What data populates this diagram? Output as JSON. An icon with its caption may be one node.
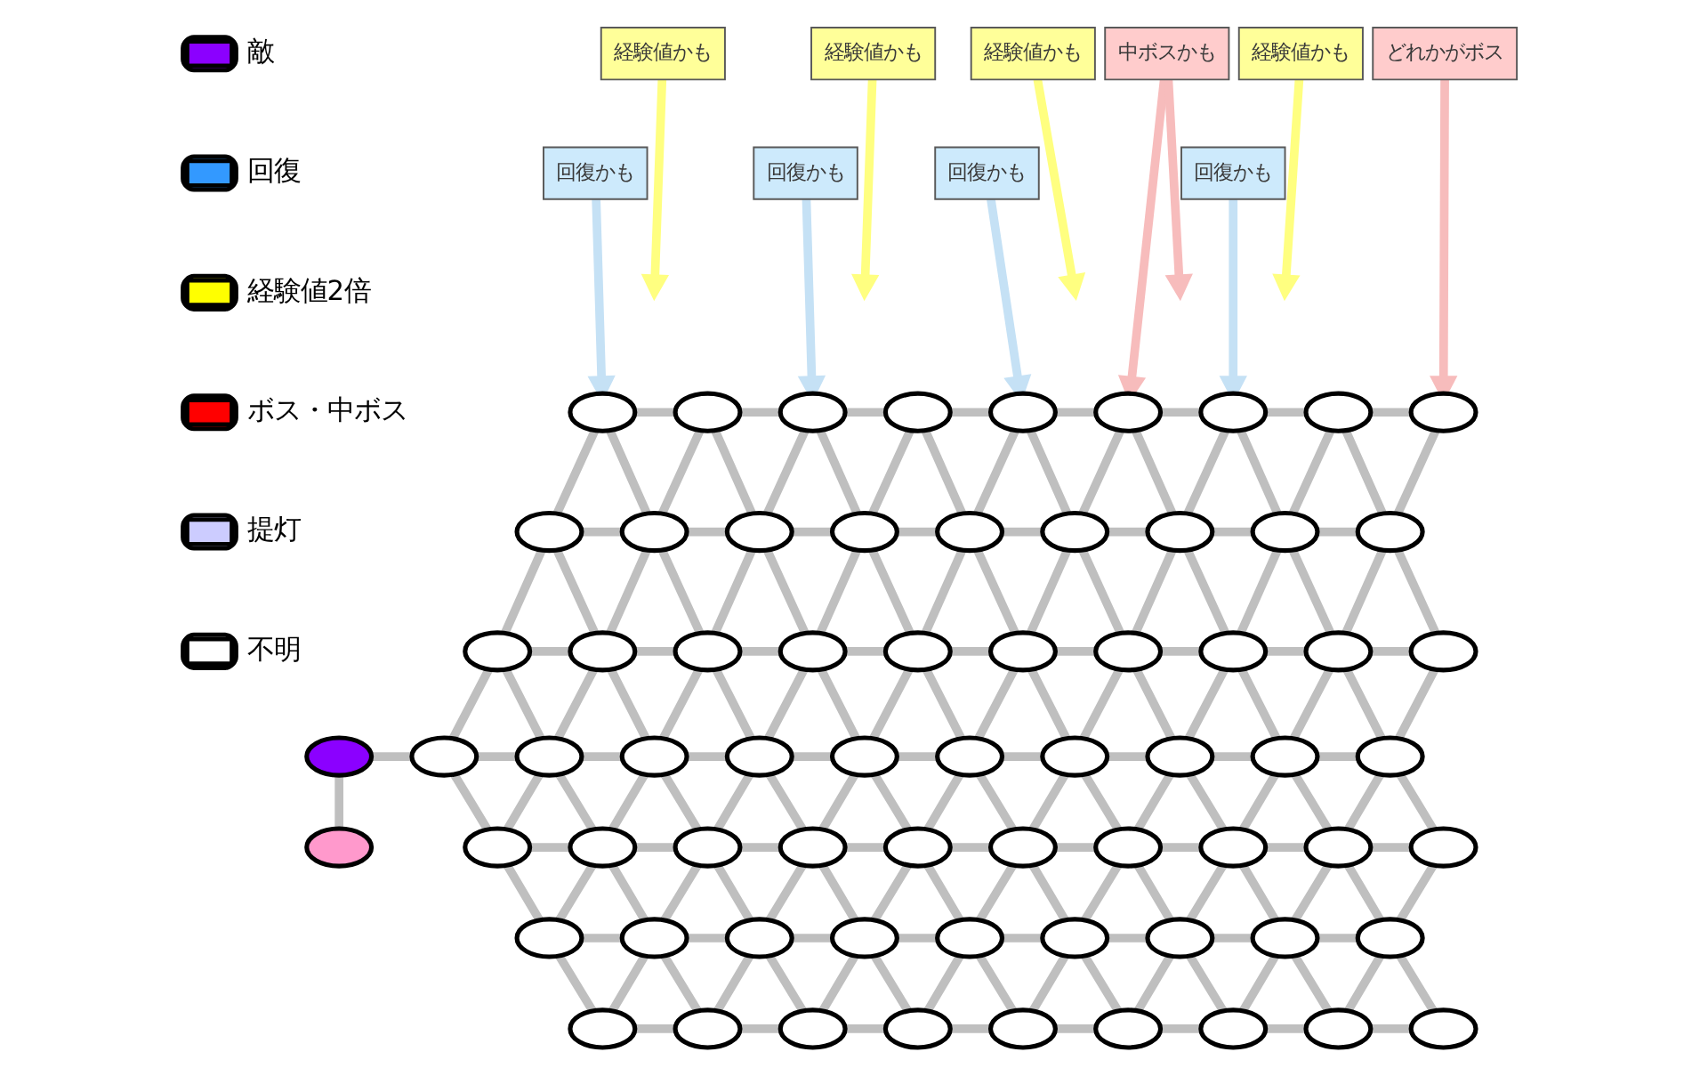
{
  "diagram": {
    "nodes": [
      {
        "text": [
          "経験値かも"
        ]
      },
      {
        "text": [
          "経験値かも"
        ]
      },
      {
        "text": [
          "経験値かも"
        ]
      },
      {
        "text": [
          "中ボスかも"
        ]
      },
      {
        "text": [
          "経験値かも"
        ]
      },
      {
        "text": [
          "どれかがボス"
        ]
      },
      {
        "text": [
          "回復かも"
        ]
      },
      {
        "text": [
          "回復かも"
        ]
      },
      {
        "text": [
          "回復かも"
        ]
      },
      {
        "text": [
          "回復かも"
        ]
      },
      {
        "text": [],
        "shape": "ellipse"
      },
      {
        "text": [],
        "shape": "ellipse"
      },
      {
        "text": [],
        "shape": "ellipse"
      },
      {
        "text": [],
        "shape": "ellipse"
      },
      {
        "text": [],
        "shape": "ellipse"
      },
      {
        "text": [],
        "shape": "ellipse"
      },
      {
        "text": [],
        "shape": "ellipse"
      },
      {
        "text": [],
        "shape": "ellipse"
      },
      {
        "text": [],
        "shape": "ellipse"
      },
      {
        "text": [],
        "shape": "ellipse"
      },
      {
        "text": [],
        "shape": "ellipse"
      },
      {
        "text": [],
        "shape": "ellipse"
      },
      {
        "text": [],
        "shape": "ellipse"
      },
      {
        "text": [],
        "shape": "ellipse"
      },
      {
        "text": [],
        "shape": "ellipse"
      },
      {
        "text": [],
        "shape": "ellipse"
      },
      {
        "text": [],
        "shape": "ellipse"
      },
      {
        "text": [],
        "shape": "ellipse"
      },
      {
        "text": [],
        "shape": "ellipse"
      },
      {
        "text": [],
        "shape": "ellipse"
      },
      {
        "text": [],
        "shape": "ellipse"
      },
      {
        "text": [],
        "shape": "ellipse"
      },
      {
        "text": [],
        "shape": "ellipse"
      },
      {
        "text": [],
        "shape": "ellipse"
      },
      {
        "text": [],
        "shape": "ellipse"
      },
      {
        "text": [],
        "shape": "ellipse"
      },
      {
        "text": [],
        "shape": "ellipse"
      },
      {
        "text": [],
        "shape": "ellipse"
      },
      {
        "text": [],
        "shape": "ellipse"
      },
      {
        "text": [],
        "shape": "ellipse"
      },
      {
        "text": [],
        "shape": "ellipse"
      },
      {
        "text": [],
        "shape": "ellipse"
      },
      {
        "text": [],
        "shape": "ellipse"
      },
      {
        "text": [],
        "shape": "ellipse"
      },
      {
        "text": [],
        "shape": "ellipse"
      },
      {
        "text": [],
        "shape": "ellipse"
      },
      {
        "text": [],
        "shape": "ellipse"
      },
      {
        "text": [],
        "shape": "ellipse"
      },
      {
        "text": [],
        "shape": "ellipse"
      },
      {
        "text": [],
        "shape": "ellipse"
      },
      {
        "text": [],
        "shape": "ellipse"
      },
      {
        "text": [],
        "shape": "ellipse"
      },
      {
        "text": [],
        "shape": "ellipse"
      },
      {
        "text": [],
        "shape": "ellipse"
      },
      {
        "text": [],
        "shape": "ellipse"
      },
      {
        "text": [],
        "shape": "ellipse"
      },
      {
        "text": [],
        "shape": "ellipse"
      },
      {
        "text": [],
        "shape": "ellipse"
      },
      {
        "text": [],
        "shape": "ellipse"
      },
      {
        "text": [],
        "shape": "ellipse"
      },
      {
        "text": [],
        "shape": "ellipse"
      },
      {
        "text": [],
        "shape": "ellipse"
      },
      {
        "text": [],
        "shape": "ellipse"
      },
      {
        "text": [],
        "shape": "ellipse"
      },
      {
        "text": [],
        "shape": "ellipse"
      },
      {
        "text": [],
        "shape": "ellipse"
      },
      {
        "text": [],
        "shape": "ellipse"
      },
      {
        "text": [],
        "shape": "ellipse"
      },
      {
        "text": [],
        "shape": "ellipse"
      },
      {
        "text": [],
        "shape": "ellipse"
      },
      {
        "text": [],
        "shape": "ellipse"
      },
      {
        "text": [],
        "shape": "ellipse"
      },
      {
        "text": [],
        "shape": "ellipse"
      },
      {
        "text": [],
        "shape": "ellipse"
      },
      {
        "text": [],
        "shape": "ellipse"
      },
      {
        "text": [],
        "shape": "ellipse"
      },
      {
        "text": [],
        "shape": "ellipse"
      },
      {
        "text": [],
        "shape": "ellipse"
      }
    ],
    "edges": [
      {
        "from": 10,
        "to": 11,
        "arrow": "none"
      },
      {
        "from": 11,
        "to": 12,
        "arrow": "none"
      },
      {
        "from": 12,
        "to": 13,
        "arrow": "none"
      },
      {
        "from": 13,
        "to": 14,
        "arrow": "none"
      },
      {
        "from": 14,
        "to": 15,
        "arrow": "none"
      },
      {
        "from": 15,
        "to": 16,
        "arrow": "none"
      },
      {
        "from": 16,
        "to": 17,
        "arrow": "none"
      },
      {
        "from": 17,
        "to": 18,
        "arrow": "none"
      },
      {
        "from": 10,
        "to": 19,
        "arrow": "none"
      },
      {
        "from": 10,
        "to": 20,
        "arrow": "none"
      },
      {
        "from": 11,
        "to": 20,
        "arrow": "none"
      },
      {
        "from": 11,
        "to": 21,
        "arrow": "none"
      },
      {
        "from": 12,
        "to": 21,
        "arrow": "none"
      },
      {
        "from": 12,
        "to": 22,
        "arrow": "none"
      },
      {
        "from": 13,
        "to": 22,
        "arrow": "none"
      },
      {
        "from": 13,
        "to": 23,
        "arrow": "none"
      },
      {
        "from": 14,
        "to": 23,
        "arrow": "none"
      },
      {
        "from": 14,
        "to": 24,
        "arrow": "none"
      },
      {
        "from": 15,
        "to": 24,
        "arrow": "none"
      },
      {
        "from": 15,
        "to": 25,
        "arrow": "none"
      },
      {
        "from": 16,
        "to": 25,
        "arrow": "none"
      },
      {
        "from": 16,
        "to": 26,
        "arrow": "none"
      },
      {
        "from": 17,
        "to": 26,
        "arrow": "none"
      },
      {
        "from": 17,
        "to": 27,
        "arrow": "none"
      },
      {
        "from": 18,
        "to": 27,
        "arrow": "none"
      },
      {
        "from": 19,
        "to": 20,
        "arrow": "none"
      },
      {
        "from": 20,
        "to": 21,
        "arrow": "none"
      },
      {
        "from": 21,
        "to": 22,
        "arrow": "none"
      },
      {
        "from": 22,
        "to": 23,
        "arrow": "none"
      },
      {
        "from": 23,
        "to": 24,
        "arrow": "none"
      },
      {
        "from": 24,
        "to": 25,
        "arrow": "none"
      },
      {
        "from": 25,
        "to": 26,
        "arrow": "none"
      },
      {
        "from": 26,
        "to": 27,
        "arrow": "none"
      },
      {
        "from": 19,
        "to": 28,
        "arrow": "none"
      },
      {
        "from": 19,
        "to": 29,
        "arrow": "none"
      },
      {
        "from": 20,
        "to": 29,
        "arrow": "none"
      },
      {
        "from": 20,
        "to": 30,
        "arrow": "none"
      },
      {
        "from": 21,
        "to": 30,
        "arrow": "none"
      },
      {
        "from": 21,
        "to": 31,
        "arrow": "none"
      },
      {
        "from": 22,
        "to": 31,
        "arrow": "none"
      },
      {
        "from": 22,
        "to": 32,
        "arrow": "none"
      },
      {
        "from": 23,
        "to": 32,
        "arrow": "none"
      },
      {
        "from": 23,
        "to": 33,
        "arrow": "none"
      },
      {
        "from": 24,
        "to": 33,
        "arrow": "none"
      },
      {
        "from": 24,
        "to": 34,
        "arrow": "none"
      },
      {
        "from": 25,
        "to": 34,
        "arrow": "none"
      },
      {
        "from": 25,
        "to": 35,
        "arrow": "none"
      },
      {
        "from": 26,
        "to": 35,
        "arrow": "none"
      },
      {
        "from": 26,
        "to": 36,
        "arrow": "none"
      },
      {
        "from": 27,
        "to": 36,
        "arrow": "none"
      },
      {
        "from": 27,
        "to": 37,
        "arrow": "none"
      },
      {
        "from": 28,
        "to": 29,
        "arrow": "none"
      },
      {
        "from": 29,
        "to": 30,
        "arrow": "none"
      },
      {
        "from": 30,
        "to": 31,
        "arrow": "none"
      },
      {
        "from": 31,
        "to": 32,
        "arrow": "none"
      },
      {
        "from": 32,
        "to": 33,
        "arrow": "none"
      },
      {
        "from": 33,
        "to": 34,
        "arrow": "none"
      },
      {
        "from": 34,
        "to": 35,
        "arrow": "none"
      },
      {
        "from": 35,
        "to": 36,
        "arrow": "none"
      },
      {
        "from": 36,
        "to": 37,
        "arrow": "none"
      },
      {
        "from": 28,
        "to": 39,
        "arrow": "none"
      },
      {
        "from": 28,
        "to": 40,
        "arrow": "none"
      },
      {
        "from": 29,
        "to": 40,
        "arrow": "none"
      },
      {
        "from": 29,
        "to": 41,
        "arrow": "none"
      },
      {
        "from": 30,
        "to": 41,
        "arrow": "none"
      },
      {
        "from": 30,
        "to": 42,
        "arrow": "none"
      },
      {
        "from": 31,
        "to": 42,
        "arrow": "none"
      },
      {
        "from": 31,
        "to": 43,
        "arrow": "none"
      },
      {
        "from": 32,
        "to": 43,
        "arrow": "none"
      },
      {
        "from": 32,
        "to": 44,
        "arrow": "none"
      },
      {
        "from": 33,
        "to": 44,
        "arrow": "none"
      },
      {
        "from": 33,
        "to": 45,
        "arrow": "none"
      },
      {
        "from": 34,
        "to": 45,
        "arrow": "none"
      },
      {
        "from": 34,
        "to": 46,
        "arrow": "none"
      },
      {
        "from": 35,
        "to": 46,
        "arrow": "none"
      },
      {
        "from": 35,
        "to": 47,
        "arrow": "none"
      },
      {
        "from": 36,
        "to": 47,
        "arrow": "none"
      },
      {
        "from": 36,
        "to": 48,
        "arrow": "none"
      },
      {
        "from": 37,
        "to": 48,
        "arrow": "none"
      },
      {
        "from": 38,
        "to": 39,
        "arrow": "none"
      },
      {
        "from": 39,
        "to": 40,
        "arrow": "none"
      },
      {
        "from": 40,
        "to": 41,
        "arrow": "none"
      },
      {
        "from": 41,
        "to": 42,
        "arrow": "none"
      },
      {
        "from": 42,
        "to": 43,
        "arrow": "none"
      },
      {
        "from": 43,
        "to": 44,
        "arrow": "none"
      },
      {
        "from": 44,
        "to": 45,
        "arrow": "none"
      },
      {
        "from": 45,
        "to": 46,
        "arrow": "none"
      },
      {
        "from": 46,
        "to": 47,
        "arrow": "none"
      },
      {
        "from": 47,
        "to": 48,
        "arrow": "none"
      },
      {
        "from": 38,
        "to": 49,
        "arrow": "none"
      },
      {
        "from": 39,
        "to": 50,
        "arrow": "none"
      },
      {
        "from": 40,
        "to": 50,
        "arrow": "none"
      },
      {
        "from": 40,
        "to": 51,
        "arrow": "none"
      },
      {
        "from": 41,
        "to": 51,
        "arrow": "none"
      },
      {
        "from": 41,
        "to": 52,
        "arrow": "none"
      },
      {
        "from": 42,
        "to": 52,
        "arrow": "none"
      },
      {
        "from": 42,
        "to": 53,
        "arrow": "none"
      },
      {
        "from": 43,
        "to": 53,
        "arrow": "none"
      },
      {
        "from": 43,
        "to": 54,
        "arrow": "none"
      },
      {
        "from": 44,
        "to": 54,
        "arrow": "none"
      },
      {
        "from": 44,
        "to": 55,
        "arrow": "none"
      },
      {
        "from": 45,
        "to": 55,
        "arrow": "none"
      },
      {
        "from": 45,
        "to": 56,
        "arrow": "none"
      },
      {
        "from": 46,
        "to": 56,
        "arrow": "none"
      },
      {
        "from": 46,
        "to": 57,
        "arrow": "none"
      },
      {
        "from": 47,
        "to": 57,
        "arrow": "none"
      },
      {
        "from": 47,
        "to": 58,
        "arrow": "none"
      },
      {
        "from": 48,
        "to": 58,
        "arrow": "none"
      },
      {
        "from": 48,
        "to": 59,
        "arrow": "none"
      },
      {
        "from": 50,
        "to": 51,
        "arrow": "none"
      },
      {
        "from": 51,
        "to": 52,
        "arrow": "none"
      },
      {
        "from": 52,
        "to": 53,
        "arrow": "none"
      },
      {
        "from": 53,
        "to": 54,
        "arrow": "none"
      },
      {
        "from": 54,
        "to": 55,
        "arrow": "none"
      },
      {
        "from": 55,
        "to": 56,
        "arrow": "none"
      },
      {
        "from": 56,
        "to": 57,
        "arrow": "none"
      },
      {
        "from": 57,
        "to": 58,
        "arrow": "none"
      },
      {
        "from": 58,
        "to": 59,
        "arrow": "none"
      },
      {
        "from": 50,
        "to": 60,
        "arrow": "none"
      },
      {
        "from": 51,
        "to": 60,
        "arrow": "none"
      },
      {
        "from": 51,
        "to": 61,
        "arrow": "none"
      },
      {
        "from": 52,
        "to": 61,
        "arrow": "none"
      },
      {
        "from": 52,
        "to": 62,
        "arrow": "none"
      },
      {
        "from": 53,
        "to": 62,
        "arrow": "none"
      },
      {
        "from": 53,
        "to": 63,
        "arrow": "none"
      },
      {
        "from": 54,
        "to": 63,
        "arrow": "none"
      },
      {
        "from": 54,
        "to": 64,
        "arrow": "none"
      },
      {
        "from": 55,
        "to": 64,
        "arrow": "none"
      },
      {
        "from": 55,
        "to": 65,
        "arrow": "none"
      },
      {
        "from": 56,
        "to": 65,
        "arrow": "none"
      },
      {
        "from": 56,
        "to": 66,
        "arrow": "none"
      },
      {
        "from": 57,
        "to": 66,
        "arrow": "none"
      },
      {
        "from": 57,
        "to": 67,
        "arrow": "none"
      },
      {
        "from": 58,
        "to": 67,
        "arrow": "none"
      },
      {
        "from": 58,
        "to": 68,
        "arrow": "none"
      },
      {
        "from": 59,
        "to": 68,
        "arrow": "none"
      },
      {
        "from": 60,
        "to": 61,
        "arrow": "none"
      },
      {
        "from": 61,
        "to": 62,
        "arrow": "none"
      },
      {
        "from": 62,
        "to": 63,
        "arrow": "none"
      },
      {
        "from": 63,
        "to": 64,
        "arrow": "none"
      },
      {
        "from": 64,
        "to": 65,
        "arrow": "none"
      },
      {
        "from": 65,
        "to": 66,
        "arrow": "none"
      },
      {
        "from": 66,
        "to": 67,
        "arrow": "none"
      },
      {
        "from": 67,
        "to": 68,
        "arrow": "none"
      },
      {
        "from": 60,
        "to": 69,
        "arrow": "none"
      },
      {
        "from": 61,
        "to": 69,
        "arrow": "none"
      },
      {
        "from": 61,
        "to": 70,
        "arrow": "none"
      },
      {
        "from": 62,
        "to": 70,
        "arrow": "none"
      },
      {
        "from": 62,
        "to": 71,
        "arrow": "none"
      },
      {
        "from": 63,
        "to": 71,
        "arrow": "none"
      },
      {
        "from": 63,
        "to": 72,
        "arrow": "none"
      },
      {
        "from": 64,
        "to": 72,
        "arrow": "none"
      },
      {
        "from": 64,
        "to": 73,
        "arrow": "none"
      },
      {
        "from": 65,
        "to": 73,
        "arrow": "none"
      },
      {
        "from": 65,
        "to": 74,
        "arrow": "none"
      },
      {
        "from": 66,
        "to": 74,
        "arrow": "none"
      },
      {
        "from": 66,
        "to": 75,
        "arrow": "none"
      },
      {
        "from": 67,
        "to": 75,
        "arrow": "none"
      },
      {
        "from": 67,
        "to": 76,
        "arrow": "none"
      },
      {
        "from": 68,
        "to": 76,
        "arrow": "none"
      },
      {
        "from": 68,
        "to": 77,
        "arrow": "none"
      },
      {
        "from": 69,
        "to": 70,
        "arrow": "none"
      },
      {
        "from": 70,
        "to": 71,
        "arrow": "none"
      },
      {
        "from": 71,
        "to": 72,
        "arrow": "none"
      },
      {
        "from": 72,
        "to": 73,
        "arrow": "none"
      },
      {
        "from": 73,
        "to": 74,
        "arrow": "none"
      },
      {
        "from": 74,
        "to": 75,
        "arrow": "none"
      },
      {
        "from": 75,
        "to": 76,
        "arrow": "none"
      },
      {
        "from": 76,
        "to": 77,
        "arrow": "none"
      },
      {
        "from": 0,
        "to": null,
        "arrow": "to",
        "color": "#ffff80"
      },
      {
        "from": 1,
        "to": null,
        "arrow": "to",
        "color": "#ffff80"
      },
      {
        "from": 2,
        "to": null,
        "arrow": "to",
        "color": "#ffff80"
      },
      {
        "from": 3,
        "to": 15,
        "arrow": "to",
        "color": "#f7bcbc"
      },
      {
        "from": 3,
        "to": null,
        "arrow": "to",
        "color": "#f7bcbc"
      },
      {
        "from": 4,
        "to": null,
        "arrow": "to",
        "color": "#ffff80"
      },
      {
        "from": 5,
        "to": 18,
        "arrow": "to",
        "color": "#f7bcbc"
      },
      {
        "from": 6,
        "to": 10,
        "arrow": "to",
        "color": "#c5e1f5"
      },
      {
        "from": 7,
        "to": 12,
        "arrow": "to",
        "color": "#c5e1f5"
      },
      {
        "from": 8,
        "to": 14,
        "arrow": "to",
        "color": "#c5e1f5"
      },
      {
        "from": 9,
        "to": 16,
        "arrow": "to",
        "color": "#c5e1f5"
      }
    ],
    "legend": [
      {
        "text": "敵",
        "color": "#8b00ff"
      },
      {
        "text": "回復",
        "color": "#3399ff"
      },
      {
        "text": "経験値2倍",
        "color": "#ffff00"
      },
      {
        "text": "ボス・中ボス",
        "color": "#ff0000"
      },
      {
        "text": "提灯",
        "color": "#ccccff"
      },
      {
        "text": "不明",
        "color": "#ffffff"
      }
    ]
  }
}
